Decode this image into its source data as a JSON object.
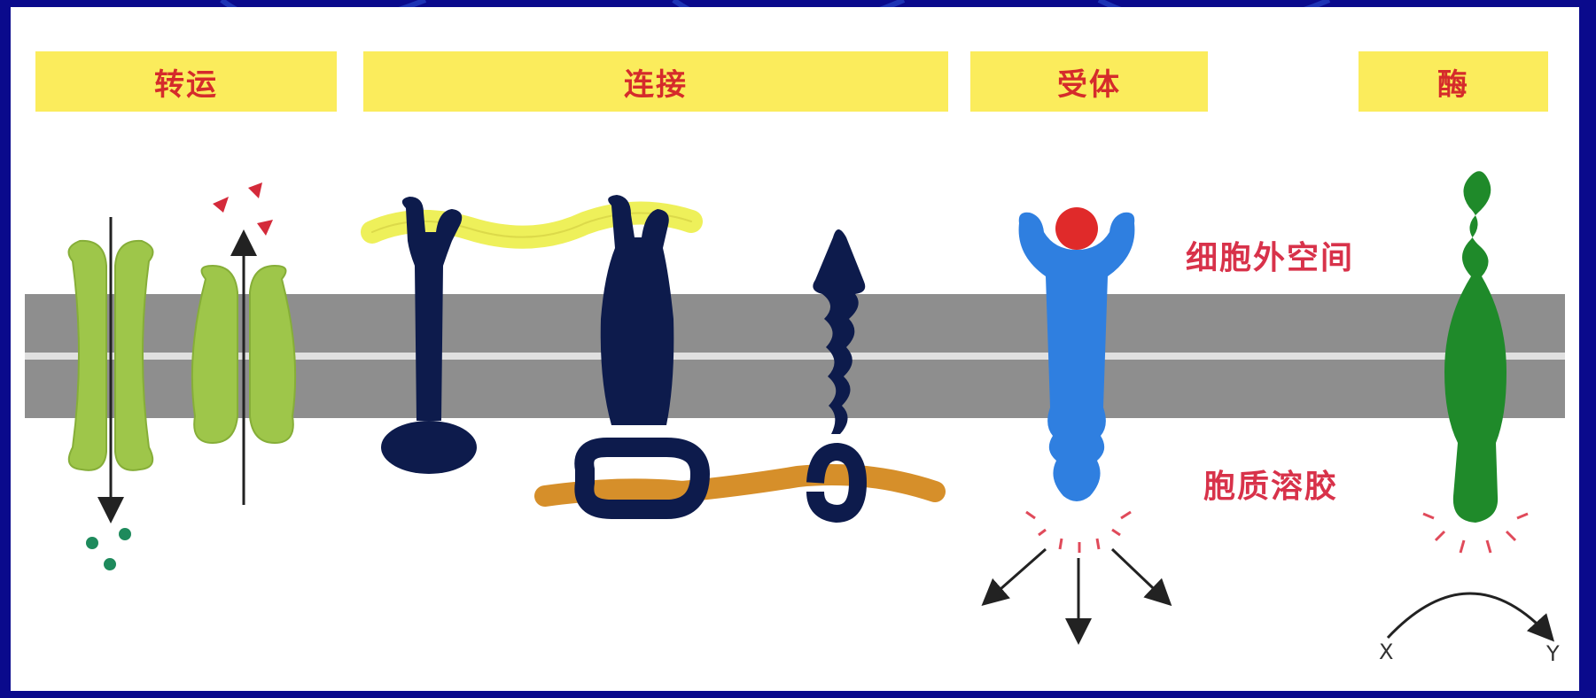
{
  "categories": {
    "transport": "转运",
    "linkage": "连接",
    "receptor": "受体",
    "enzyme": "酶"
  },
  "regions": {
    "extracellular": "细胞外空间",
    "cytosol": "胞质溶胶"
  },
  "reaction": {
    "substrate": "X",
    "product": "Y"
  },
  "colors": {
    "frame": "#0a0a8c",
    "label_bar": "#fbec5c",
    "label_text": "#d52b2b",
    "membrane": "#8e8e8e",
    "transport_protein": "#9ec64a",
    "linker_protein": "#0d1b4c",
    "extracellular_fiber": "#eef05a",
    "intracellular_fiber": "#d68f2a",
    "receptor": "#2f7fe0",
    "ligand": "#e02a2a",
    "enzyme": "#1f8a2a"
  },
  "chart_data": {
    "type": "diagram",
    "title": "",
    "categories": [
      "转运",
      "连接",
      "受体",
      "酶"
    ],
    "region_labels": [
      "细胞外空间",
      "胞质溶胶"
    ],
    "reaction_labels": [
      "X",
      "Y"
    ]
  }
}
